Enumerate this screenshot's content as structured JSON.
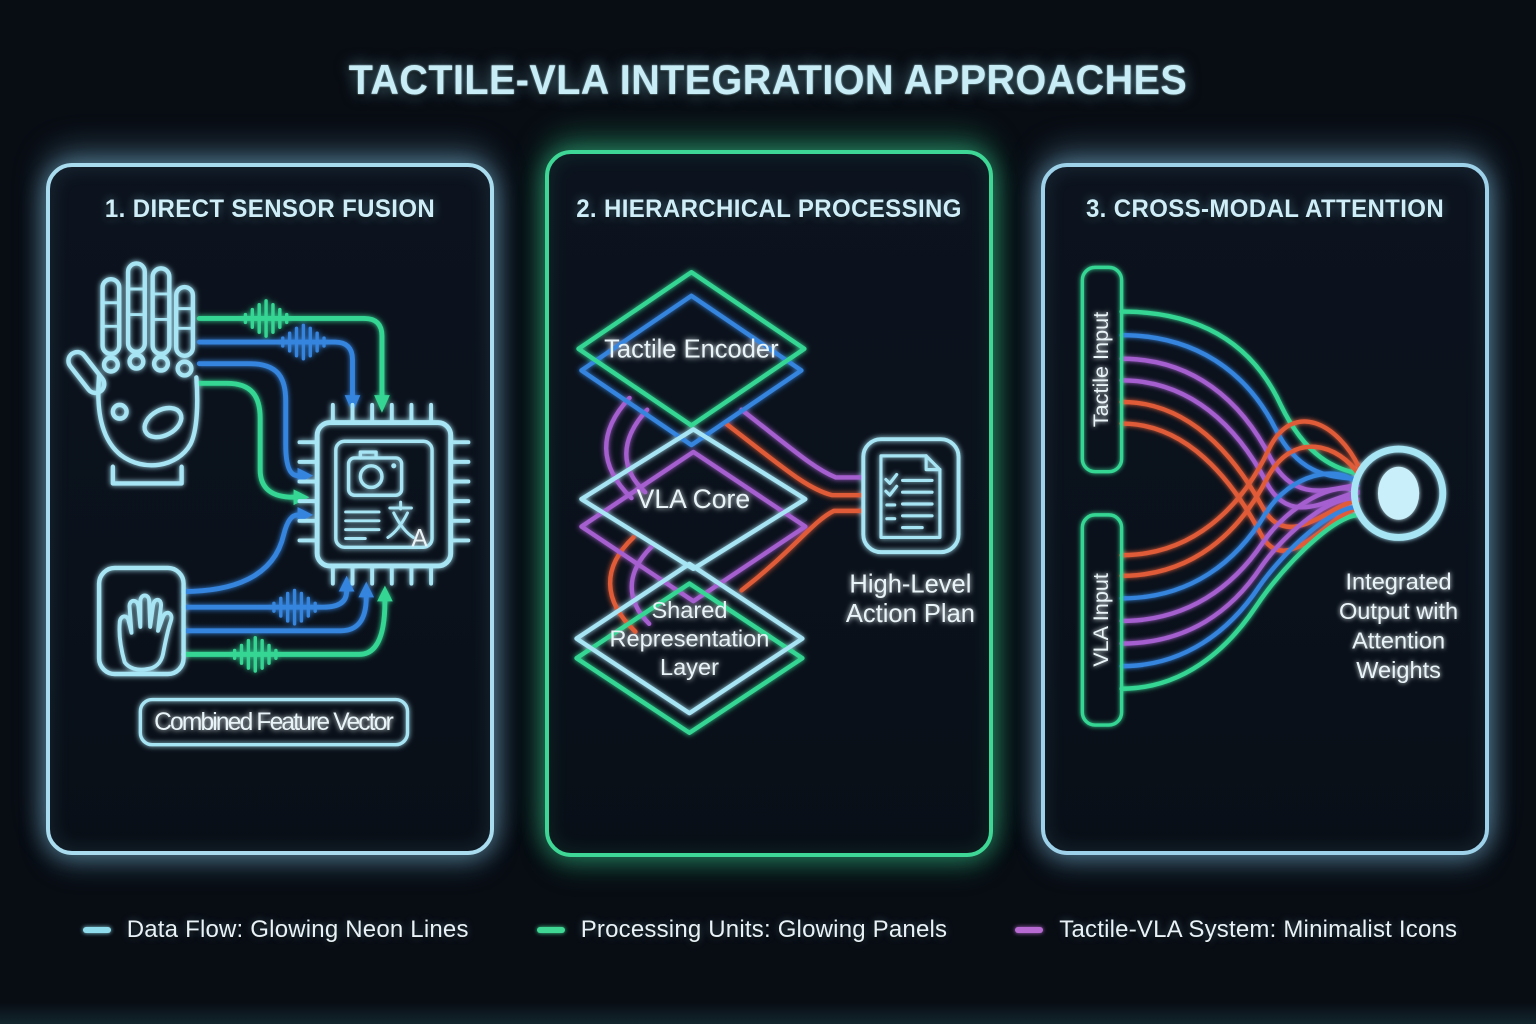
{
  "title": "TACTILE-VLA INTEGRATION APPROACHES",
  "colors": {
    "background": "#080c13",
    "panel_fill": "#0a111b",
    "title_text": "#c9edf7",
    "label_text": "#e9f4f8",
    "neon_cyan": "#a7e4f4",
    "neon_green": "#35d694",
    "neon_blue": "#3584dd",
    "neon_purple": "#a55ecf",
    "neon_orange": "#e05c38",
    "panel1_border": "#a9dcee",
    "panel2_border": "#3fd795",
    "panel3_border": "#9ed2ea"
  },
  "panels": {
    "p1": {
      "title": "1. DIRECT SENSOR FUSION",
      "combined_label": "Combined Feature Vector"
    },
    "p2": {
      "title": "2. HIERARCHICAL PROCESSING",
      "tactile_encoder": "Tactile Encoder",
      "vla_core": "VLA Core",
      "shared_layer": [
        "Shared",
        "Representation",
        "Layer"
      ],
      "action_plan": [
        "High-Level",
        "Action Plan"
      ]
    },
    "p3": {
      "title": "3. CROSS-MODAL ATTENTION",
      "tactile_input": "Tactile Input",
      "vla_input": "VLA Input",
      "output_label": [
        "Integrated",
        "Output with",
        "Attention",
        "Weights"
      ]
    }
  },
  "legend": {
    "items": [
      {
        "label": "Data Flow: Glowing Neon Lines",
        "color": "#8fdcec"
      },
      {
        "label": "Processing Units: Glowing Panels",
        "color": "#3fd795"
      },
      {
        "label": "Tactile-VLA System: Minimalist Icons",
        "color": "#b76bd2"
      }
    ]
  }
}
